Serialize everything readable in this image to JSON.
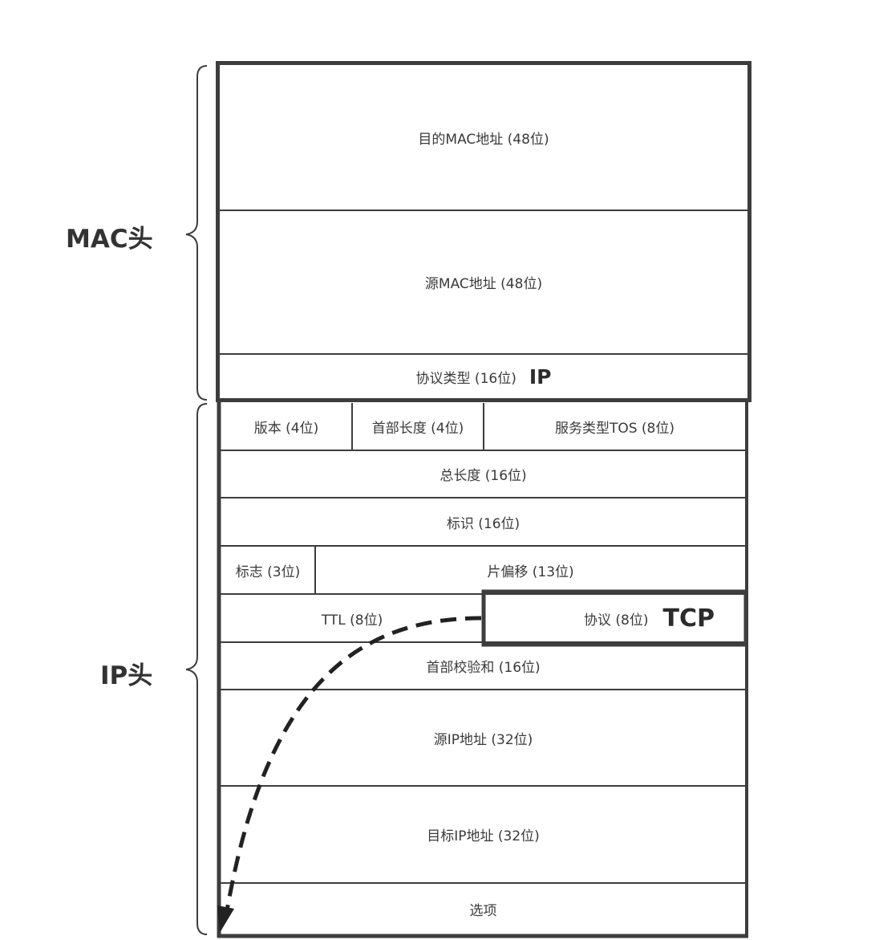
{
  "labels": {
    "mac_header": "MAC头",
    "ip_header": "IP头",
    "ip_tag": "IP",
    "tcp_tag": "TCP"
  },
  "mac": {
    "dest_mac": "目的MAC地址 (48位)",
    "src_mac": "源MAC地址 (48位)",
    "protocol_type": "协议类型 (16位)"
  },
  "ip": {
    "version": "版本 (4位)",
    "header_length": "首部长度 (4位)",
    "tos": "服务类型TOS (8位)",
    "total_length": "总长度 (16位)",
    "identification": "标识 (16位)",
    "flags": "标志 (3位)",
    "fragment_offset": "片偏移 (13位)",
    "ttl": "TTL (8位)",
    "protocol": "协议 (8位)",
    "checksum": "首部校验和 (16位)",
    "src_ip": "源IP地址 (32位)",
    "dst_ip": "目标IP地址 (32位)",
    "options": "选项"
  },
  "colors": {
    "line": "#3d3d3d",
    "text": "#3a3a3a",
    "background": "#ffffff"
  }
}
